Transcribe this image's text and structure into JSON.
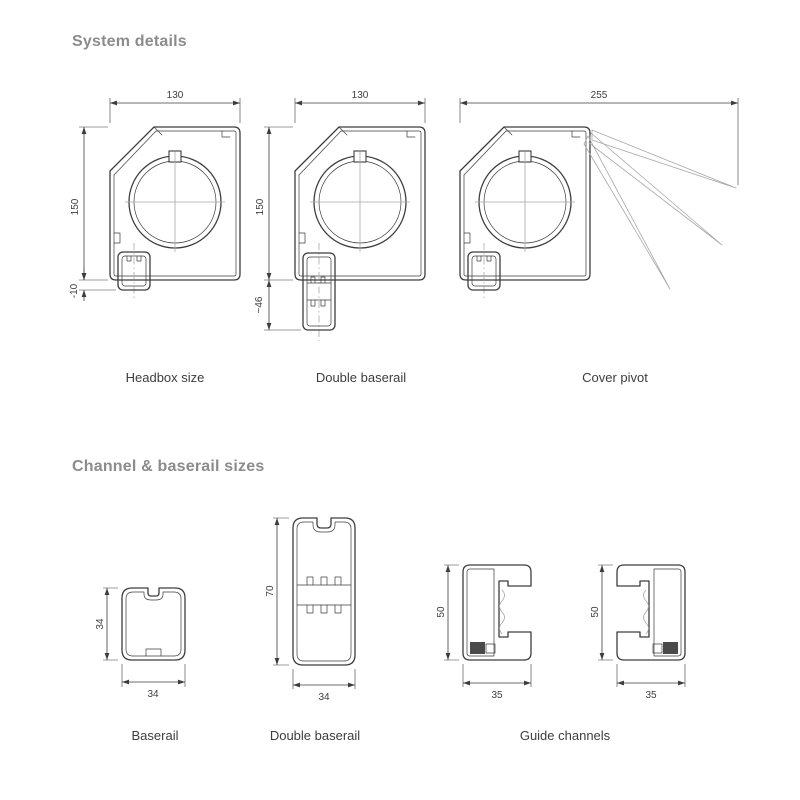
{
  "colors": {
    "background": "#ffffff",
    "title_gray": "#8c8c8c",
    "line_dark": "#3d3d3d",
    "line_light": "#a8a8a8"
  },
  "system_details": {
    "title": "System details",
    "headbox": {
      "label": "Headbox size",
      "dim_width": "130",
      "dim_height": "150",
      "dim_drop": "-10"
    },
    "double_baserail": {
      "label": "Double baserail",
      "dim_width": "130",
      "dim_height": "150",
      "dim_drop": "~46"
    },
    "cover_pivot": {
      "label": "Cover pivot",
      "dim_width": "255"
    }
  },
  "channel_baserail_sizes": {
    "title": "Channel & baserail sizes",
    "baserail": {
      "label": "Baserail",
      "dim_height": "34",
      "dim_width": "34"
    },
    "double_baserail": {
      "label": "Double baserail",
      "dim_height": "70",
      "dim_width": "34"
    },
    "guide_channels": {
      "label": "Guide channels",
      "left": {
        "dim_height": "50",
        "dim_width": "35"
      },
      "right": {
        "dim_height": "50",
        "dim_width": "35"
      }
    }
  }
}
